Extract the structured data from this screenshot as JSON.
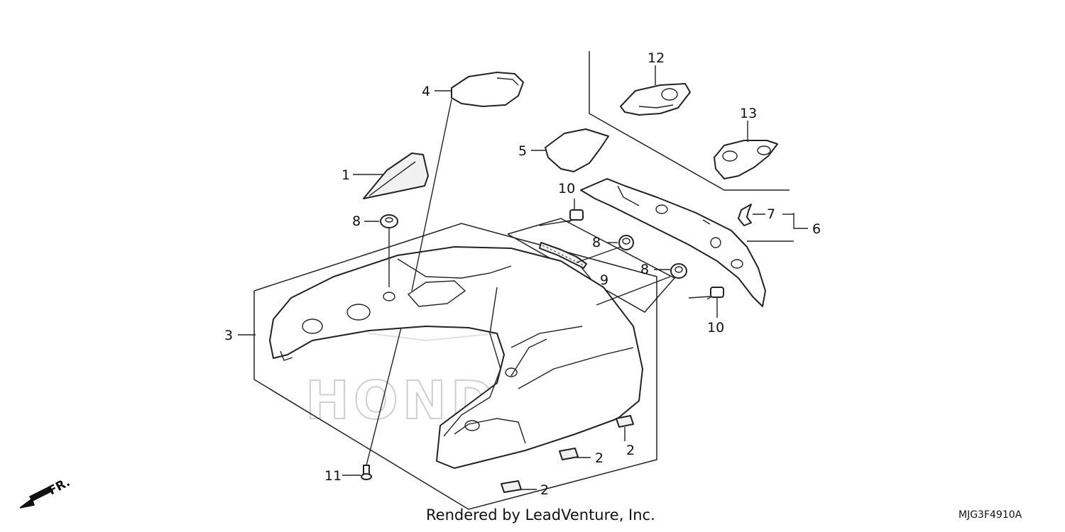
{
  "diagram": {
    "callouts": {
      "c1": "1",
      "c2a": "2",
      "c2b": "2",
      "c2c": "2",
      "c3": "3",
      "c4": "4",
      "c5": "5",
      "c6": "6",
      "c7": "7",
      "c8a": "8",
      "c8b": "8",
      "c8c": "8",
      "c9": "9",
      "c10a": "10",
      "c10b": "10",
      "c11": "11",
      "c12": "12",
      "c13": "13"
    },
    "direction_label": "FR.",
    "watermark_text": "HONDA",
    "credit": "Rendered by LeadVenture, Inc.",
    "diagram_code": "MJG3F4910A"
  }
}
